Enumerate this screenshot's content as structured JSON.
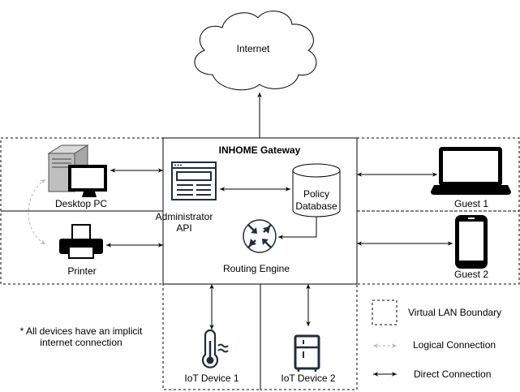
{
  "cloud": {
    "label": "Internet"
  },
  "gateway": {
    "title": "INHOME Gateway"
  },
  "components": {
    "admin_api": {
      "label_lines": [
        "Administrator",
        "API"
      ]
    },
    "policy_db": {
      "label_lines": [
        "Policy",
        "Database"
      ]
    },
    "routing_engine": {
      "label": "Routing Engine"
    }
  },
  "devices": {
    "desktop_pc": "Desktop PC",
    "printer": "Printer",
    "guest_1": "Guest 1",
    "guest_2": "Guest 2",
    "iot_1": "IoT Device 1",
    "iot_2": "IoT Device 2"
  },
  "note": {
    "lines": [
      "* All devices have an implicit",
      "internet connection"
    ]
  },
  "legend": {
    "vlan": "Virtual LAN Boundary",
    "logical": "Logical Connection",
    "direct": "Direct Connection"
  },
  "colors": {
    "stroke": "#000000",
    "logical": "#b3b3b3",
    "background": "#ffffff"
  }
}
